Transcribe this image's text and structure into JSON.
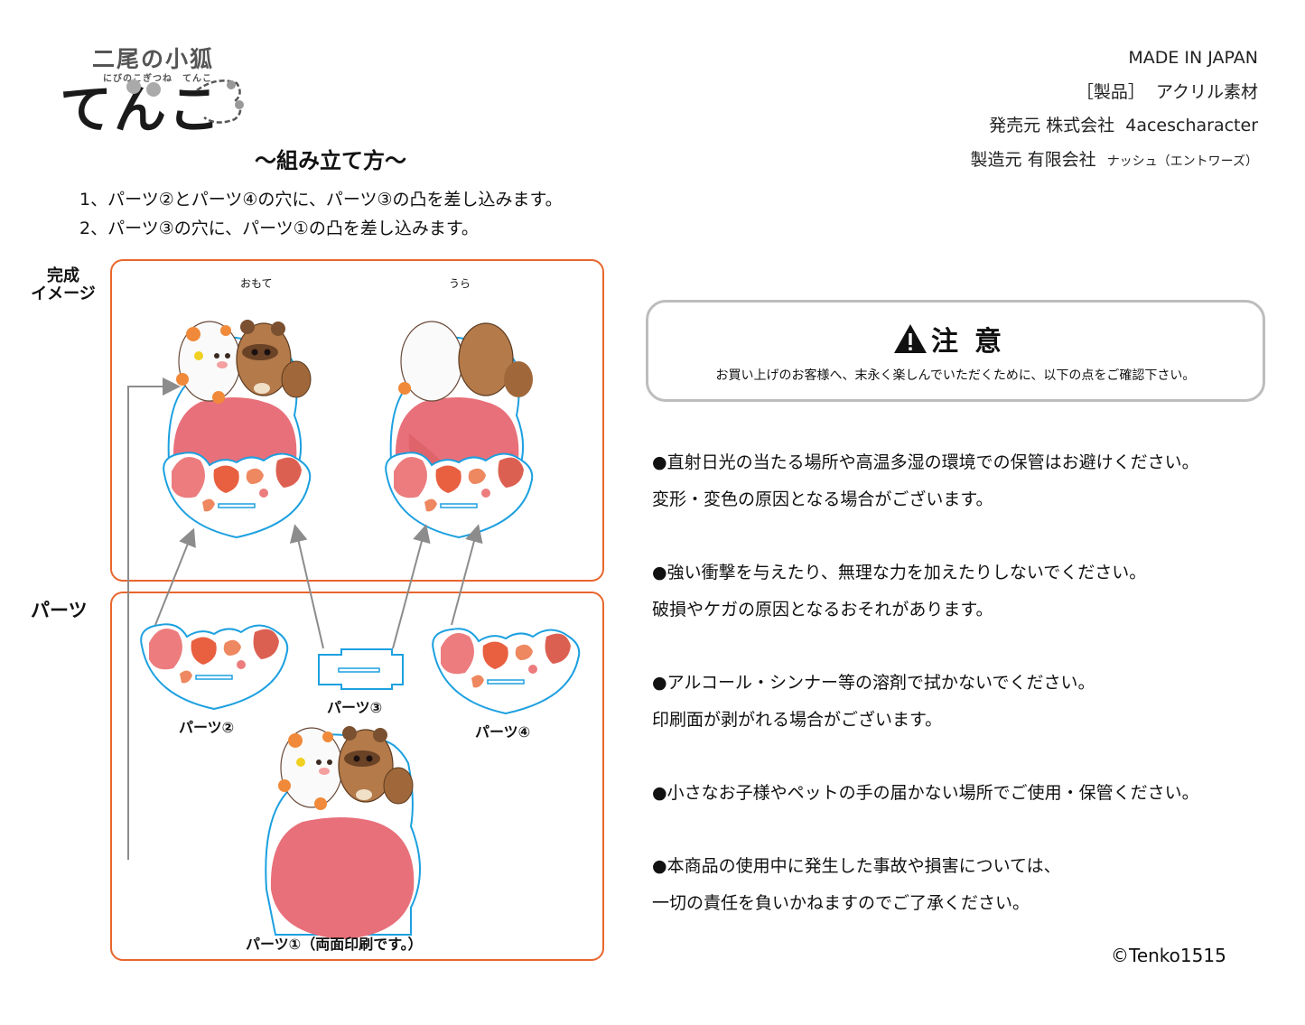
{
  "logo": {
    "title": "二尾の小狐",
    "ruby": "にびのこぎつね　てんこ",
    "main": "てんこ"
  },
  "product_info": {
    "made_in": "MADE IN JAPAN",
    "material_label": "［製品］",
    "material_value": "アクリル素材",
    "seller_label": "発売元 株式会社",
    "seller_value": "4acescharacter",
    "maker_label": "製造元 有限会社",
    "maker_value": "ナッシュ（エントワーズ）"
  },
  "assembly": {
    "title": "～組み立て方～",
    "steps": [
      "1、パーツ②とパーツ④の穴に、パーツ③の凸を差し込みます。",
      "2、パーツ③の穴に、パーツ①の凸を差し込みます。"
    ],
    "complete_label_line1": "完成",
    "complete_label_line2": "イメージ",
    "front_label": "おもて",
    "back_label": "うら",
    "parts_label": "パーツ",
    "part1_label": "パーツ①（両面印刷です。）",
    "part2_label": "パーツ②",
    "part3_label": "パーツ③",
    "part4_label": "パーツ④"
  },
  "caution": {
    "icon": "warning-triangle-icon",
    "title": "注意",
    "subtitle": "お買い上げのお客様へ、末永く楽しんでいただくために、以下の点をご確認下さい。"
  },
  "notes": [
    {
      "line1": "●直射日光の当たる場所や高温多湿の環境での保管はお避けください。",
      "line2": "変形・変色の原因となる場合がございます。"
    },
    {
      "line1": "●強い衝撃を与えたり、無理な力を加えたりしないでください。",
      "line2": "破損やケガの原因となるおそれがあります。"
    },
    {
      "line1": "●アルコール・シンナー等の溶剤で拭かないでください。",
      "line2": "印刷面が剥がれる場合がございます。"
    },
    {
      "line1": "●小さなお子様やペットの手の届かない場所でご使用・保管ください。",
      "line2": ""
    },
    {
      "line1": "●本商品の使用中に発生した事故や損害については、",
      "line2": "一切の責任を負いかねますのでご了承ください。"
    }
  ],
  "copyright": "©Tenko1515",
  "colors": {
    "frame_orange": "#e8662c",
    "outline_blue": "#1ca0e0",
    "heart_red": "#e8707a",
    "arrow_gray": "#8c8c8c",
    "caution_border": "#bdbdbd"
  }
}
